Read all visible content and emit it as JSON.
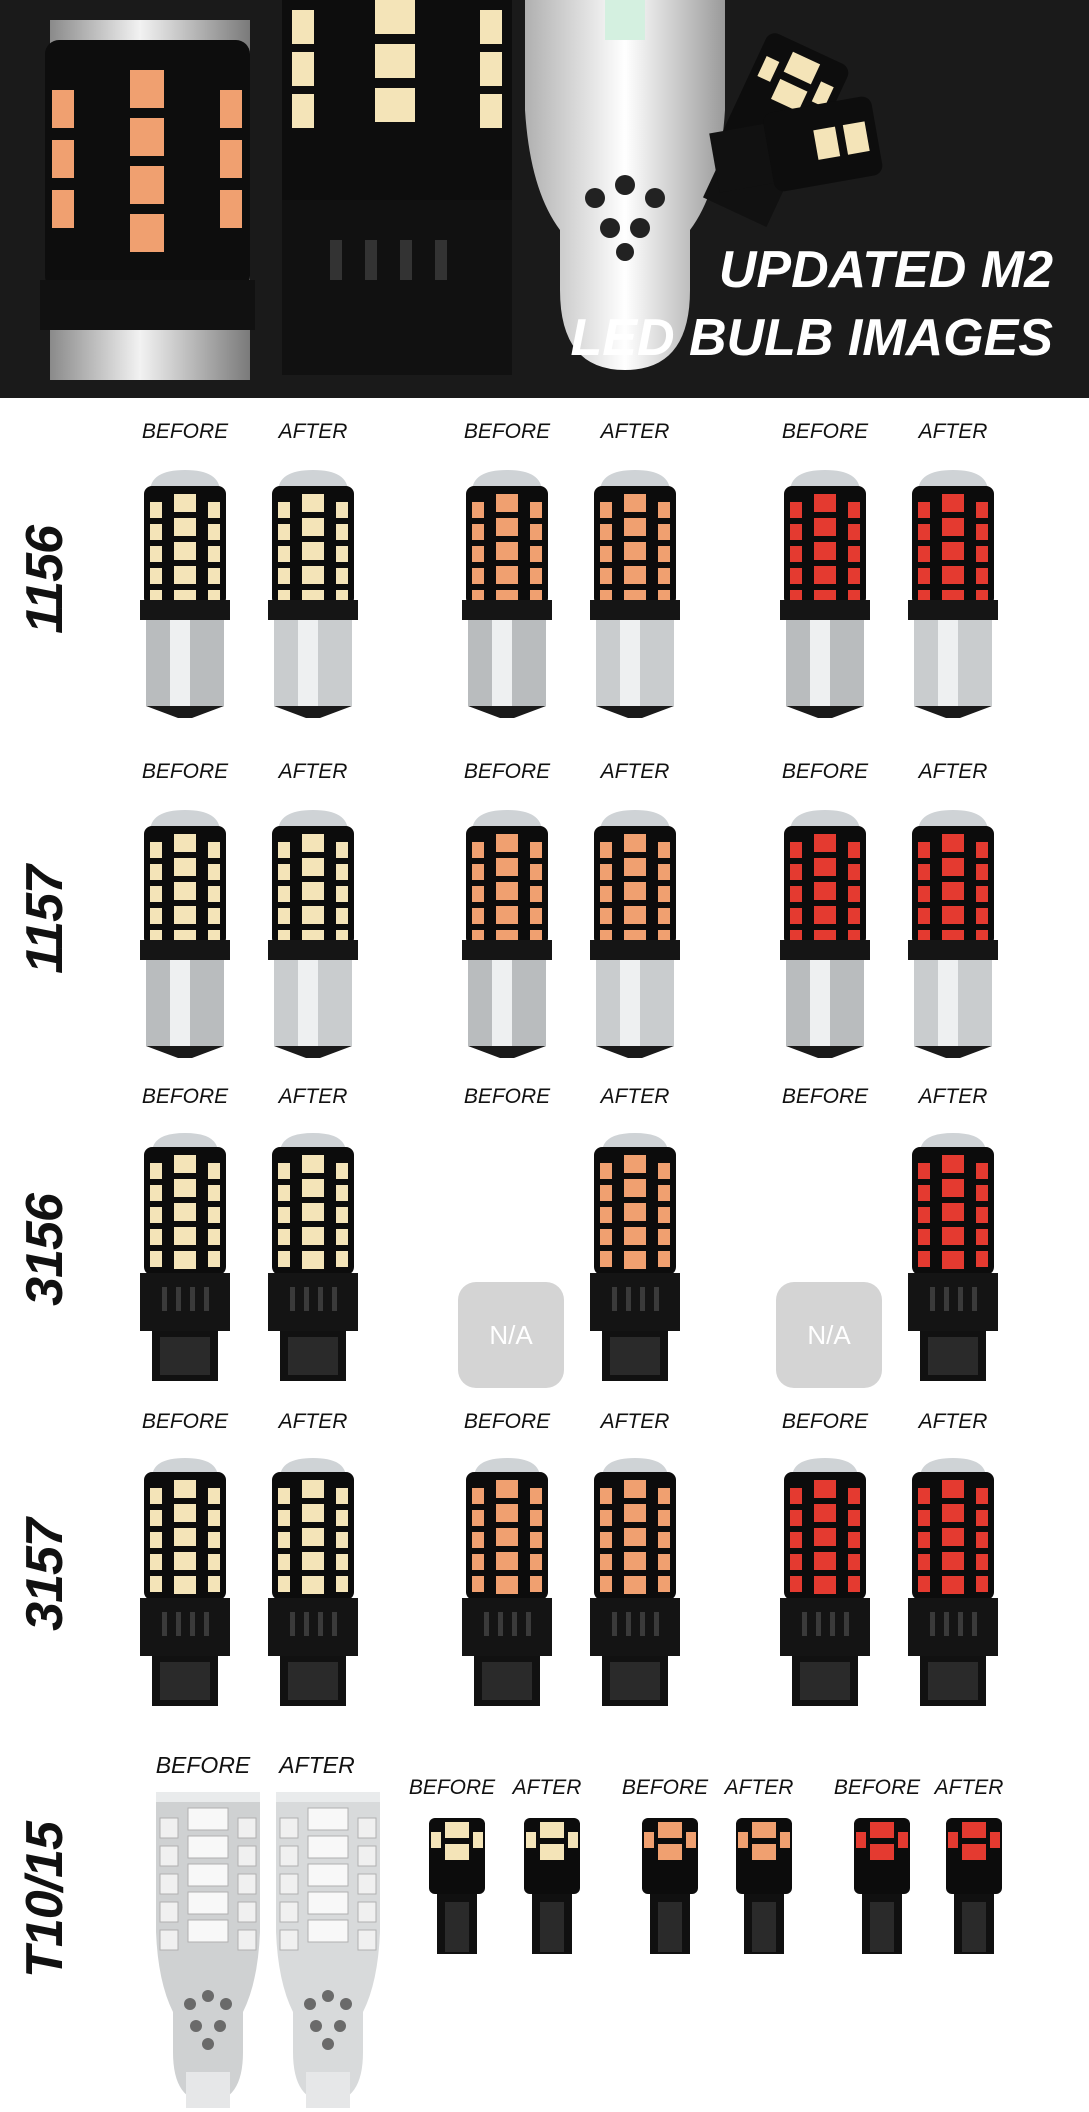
{
  "banner": {
    "title_line1": "UPDATED M2",
    "title_line2": "LED BULB IMAGES"
  },
  "labels": {
    "before": "BEFORE",
    "after": "AFTER",
    "na": "N/A"
  },
  "rows": [
    {
      "name": "1156",
      "type": "ba"
    },
    {
      "name": "1157",
      "type": "ba"
    },
    {
      "name": "3156",
      "type": "wedge"
    },
    {
      "name": "3157",
      "type": "wedge"
    },
    {
      "name": "T10/15",
      "type": "t15"
    }
  ],
  "colors": {
    "white": "#f4e4b8",
    "amber": "#f0a070",
    "red": "#e43a30",
    "black": "#0c0c0c"
  }
}
